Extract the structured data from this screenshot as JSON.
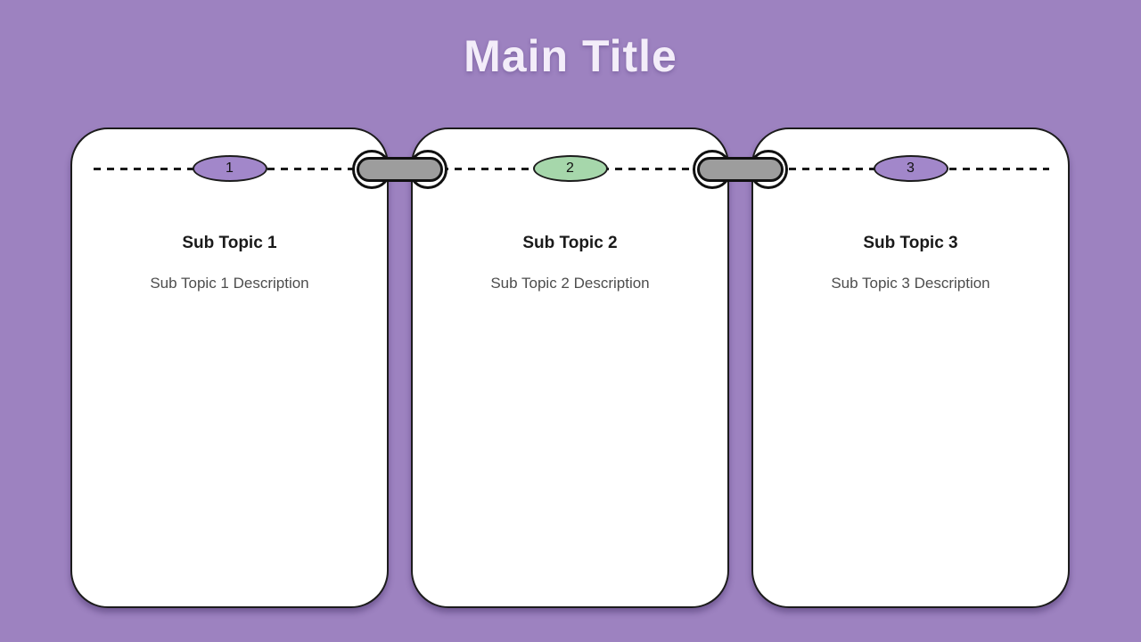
{
  "title": "Main Title",
  "cards": [
    {
      "number": "1",
      "heading": "Sub Topic 1",
      "description": "Sub Topic 1 Description",
      "badge_color": "#a287ca"
    },
    {
      "number": "2",
      "heading": "Sub Topic 2",
      "description": "Sub Topic 2 Description",
      "badge_color": "#a6d7ab"
    },
    {
      "number": "3",
      "heading": "Sub Topic 3",
      "description": "Sub Topic 3 Description",
      "badge_color": "#a287ca"
    }
  ],
  "decorations": {
    "divider_style": "horizontal-dashed-line",
    "connector_style": "binder-rings-with-gray-pill"
  },
  "colors": {
    "background": "#9d82c0",
    "card_background": "#ffffff",
    "outline": "#1c1c1c",
    "badge_purple": "#a287ca",
    "badge_green": "#a6d7ab",
    "connector_gray": "#9d9d9d",
    "ring_white": "#ffffff",
    "title_text": "#f3edf9",
    "heading_text": "#1a1a1a",
    "description_text": "#4d4d4d"
  }
}
